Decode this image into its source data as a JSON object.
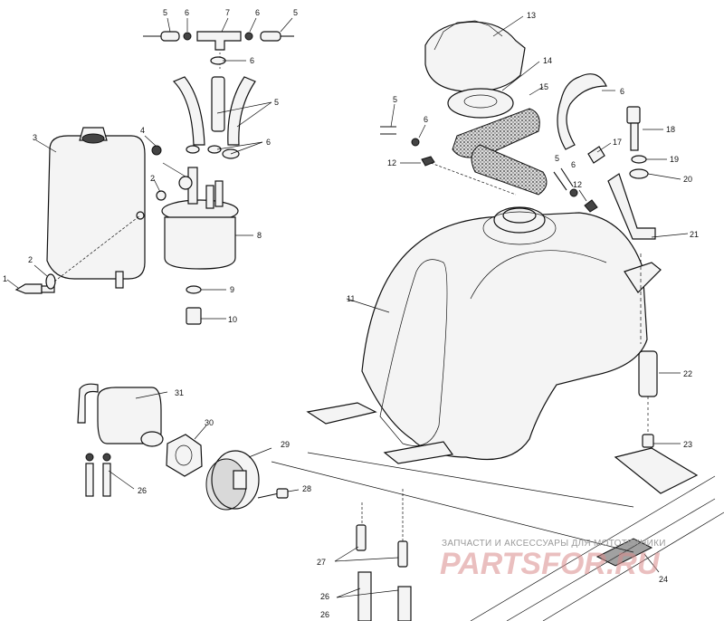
{
  "callouts": {
    "c1": "1",
    "c2a": "2",
    "c2b": "2",
    "c3": "3",
    "c4": "4",
    "c5a": "5",
    "c5b": "5",
    "c5c": "5",
    "c5d": "5",
    "c5e": "5",
    "c6a": "6",
    "c6b": "6",
    "c6c": "6",
    "c6d": "6",
    "c6e": "6",
    "c6f": "6",
    "c6g": "6",
    "c7": "7",
    "c8": "8",
    "c9": "9",
    "c10": "10",
    "c11": "11",
    "c12a": "12",
    "c12b": "12",
    "c13": "13",
    "c14": "14",
    "c15": "15",
    "c17": "17",
    "c18": "18",
    "c19": "19",
    "c20": "20",
    "c21": "21",
    "c22": "22",
    "c23": "23",
    "c24": "24",
    "c26a": "26",
    "c26b": "26",
    "c26c": "26",
    "c27": "27",
    "c28": "28",
    "c29": "29",
    "c30": "30",
    "c31": "31"
  },
  "watermark": {
    "tagline": "ЗАПЧАСТИ И АКСЕССУАРЫ ДЛЯ МОТОТЕХНИКИ",
    "brand": "PARTSFOR.RU"
  }
}
